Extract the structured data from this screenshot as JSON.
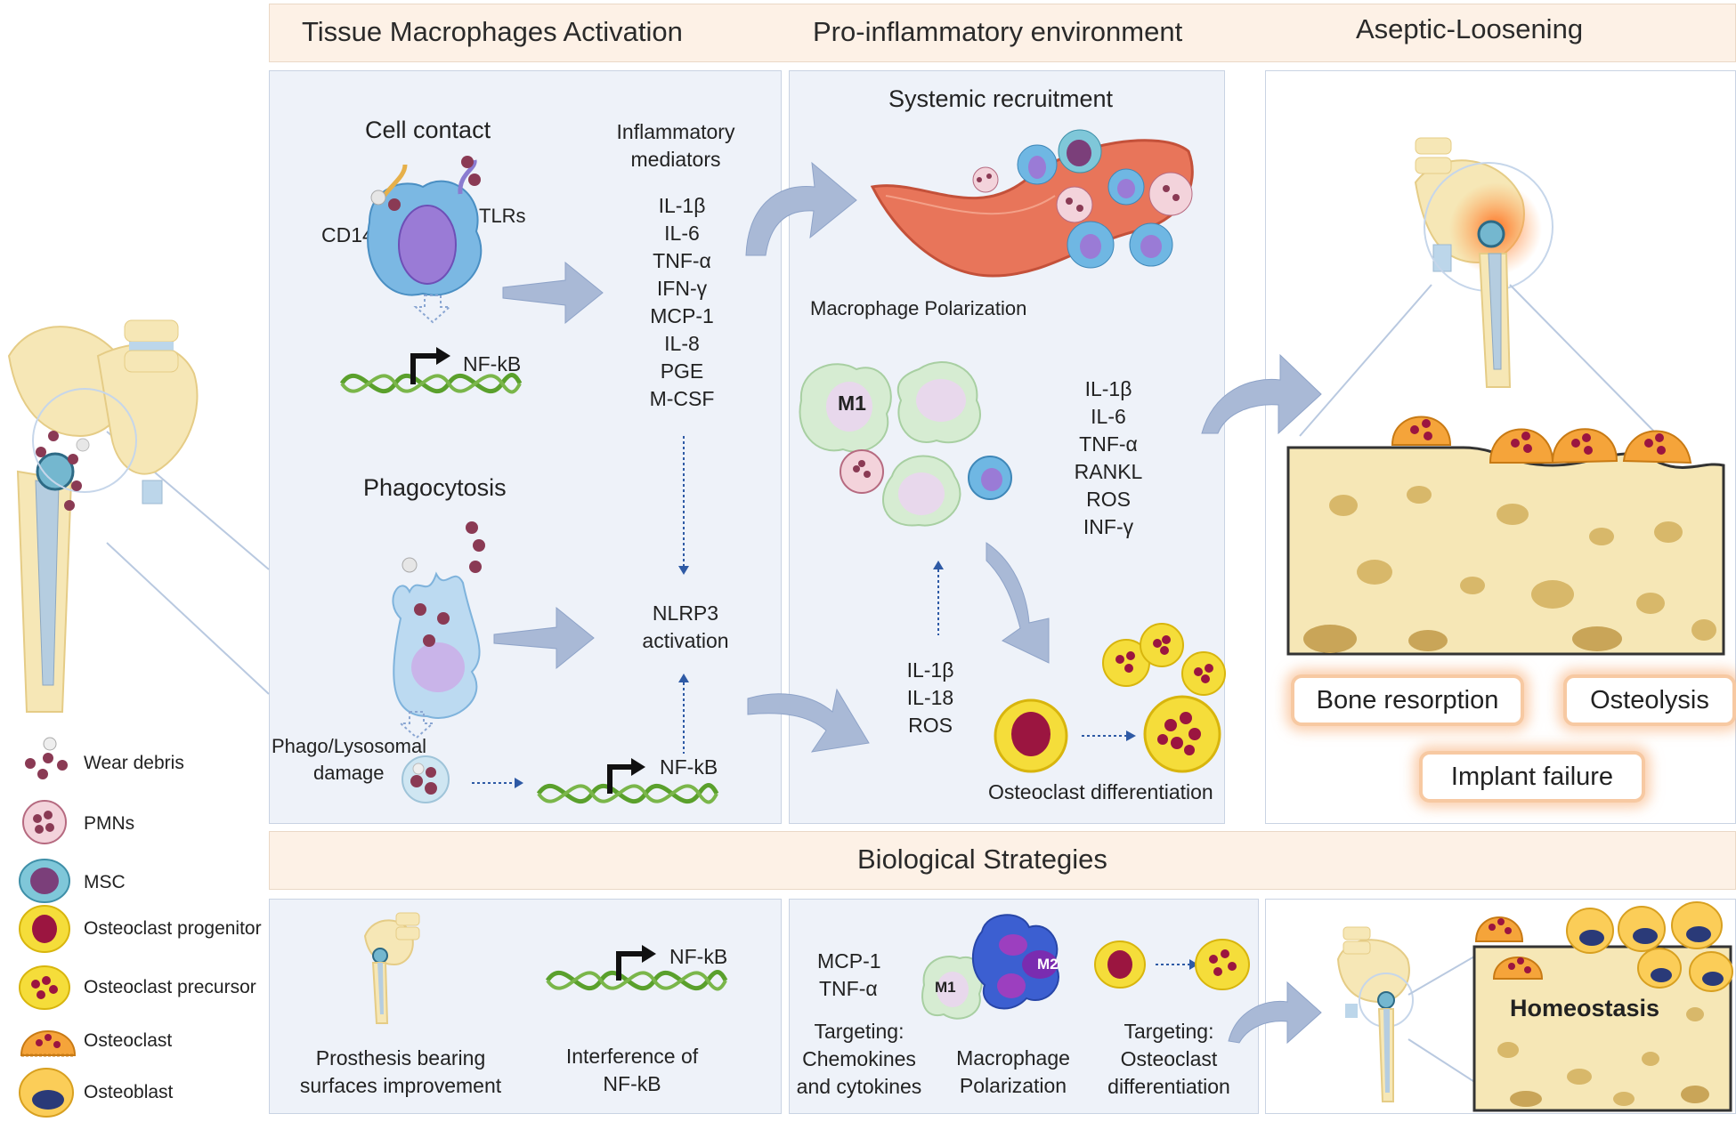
{
  "headers": {
    "col1": "Tissue Macrophages Activation",
    "col2": "Pro-inflammatory environment",
    "col3": "Aseptic-Loosening",
    "bottom": "Biological Strategies"
  },
  "panel1": {
    "cell_contact": "Cell contact",
    "cd14": "CD14",
    "tlrs": "TLRs",
    "nfkb_top": "NF-kB",
    "phagocytosis": "Phagocytosis",
    "phago_lysosomal": "Phago/Lysosomal",
    "damage": "damage",
    "nfkb_bottom": "NF-kB",
    "inflammatory_line1": "Inflammatory",
    "inflammatory_line2": "mediators",
    "mediators": [
      "IL-1β",
      "IL-6",
      "TNF-α",
      "IFN-γ",
      "MCP-1",
      "IL-8",
      "PGE",
      "M-CSF"
    ],
    "nlrp3_line1": "NLRP3",
    "nlrp3_line2": "activation"
  },
  "panel2": {
    "systemic": "Systemic recruitment",
    "polarization": "Macrophage Polarization",
    "m1": "M1",
    "cytokines": [
      "IL-1β",
      "IL-6",
      "TNF-α",
      "RANKL",
      "ROS",
      "INF-γ"
    ],
    "il_list": [
      "IL-1β",
      "IL-18",
      "ROS"
    ],
    "osteoclast_diff": "Osteoclast differentiation"
  },
  "panel3": {
    "bone_resorption": "Bone resorption",
    "osteolysis": "Osteolysis",
    "implant_failure": "Implant failure"
  },
  "legend": [
    {
      "label": "Wear debris",
      "icon": "wear-debris-icon"
    },
    {
      "label": "PMNs",
      "icon": "pmn-icon"
    },
    {
      "label": "MSC",
      "icon": "msc-icon"
    },
    {
      "label": "Osteoclast progenitor",
      "icon": "osteoclast-progenitor-icon"
    },
    {
      "label": "Osteoclast precursor",
      "icon": "osteoclast-precursor-icon"
    },
    {
      "label": "Osteoclast",
      "icon": "osteoclast-icon"
    },
    {
      "label": "Osteoblast",
      "icon": "osteoblast-icon"
    }
  ],
  "bottom": {
    "prosthesis_line1": "Prosthesis bearing",
    "prosthesis_line2": "surfaces improvement",
    "nfkb": "NF-kB",
    "interference_line1": "Interference of",
    "interference_line2": "NF-kB",
    "mcp1": "MCP-1",
    "tnfa": "TNF-α",
    "targeting1_line1": "Targeting:",
    "targeting1_line2": "Chemokines",
    "targeting1_line3": "and cytokines",
    "m1": "M1",
    "m2": "M2",
    "polar_line1": "Macrophage",
    "polar_line2": "Polarization",
    "targeting2_line1": "Targeting:",
    "targeting2_line2": "Osteoclast",
    "targeting2_line3": "differentiation",
    "homeostasis": "Homeostasis"
  },
  "colors": {
    "header_bg": "#fdf1e6",
    "panel_bg": "#eef2f9",
    "arrow": "#a9b9d6",
    "glow": "#f7aa6e",
    "dna_green": "#5aa02c",
    "bone": "#f6e7b6"
  }
}
